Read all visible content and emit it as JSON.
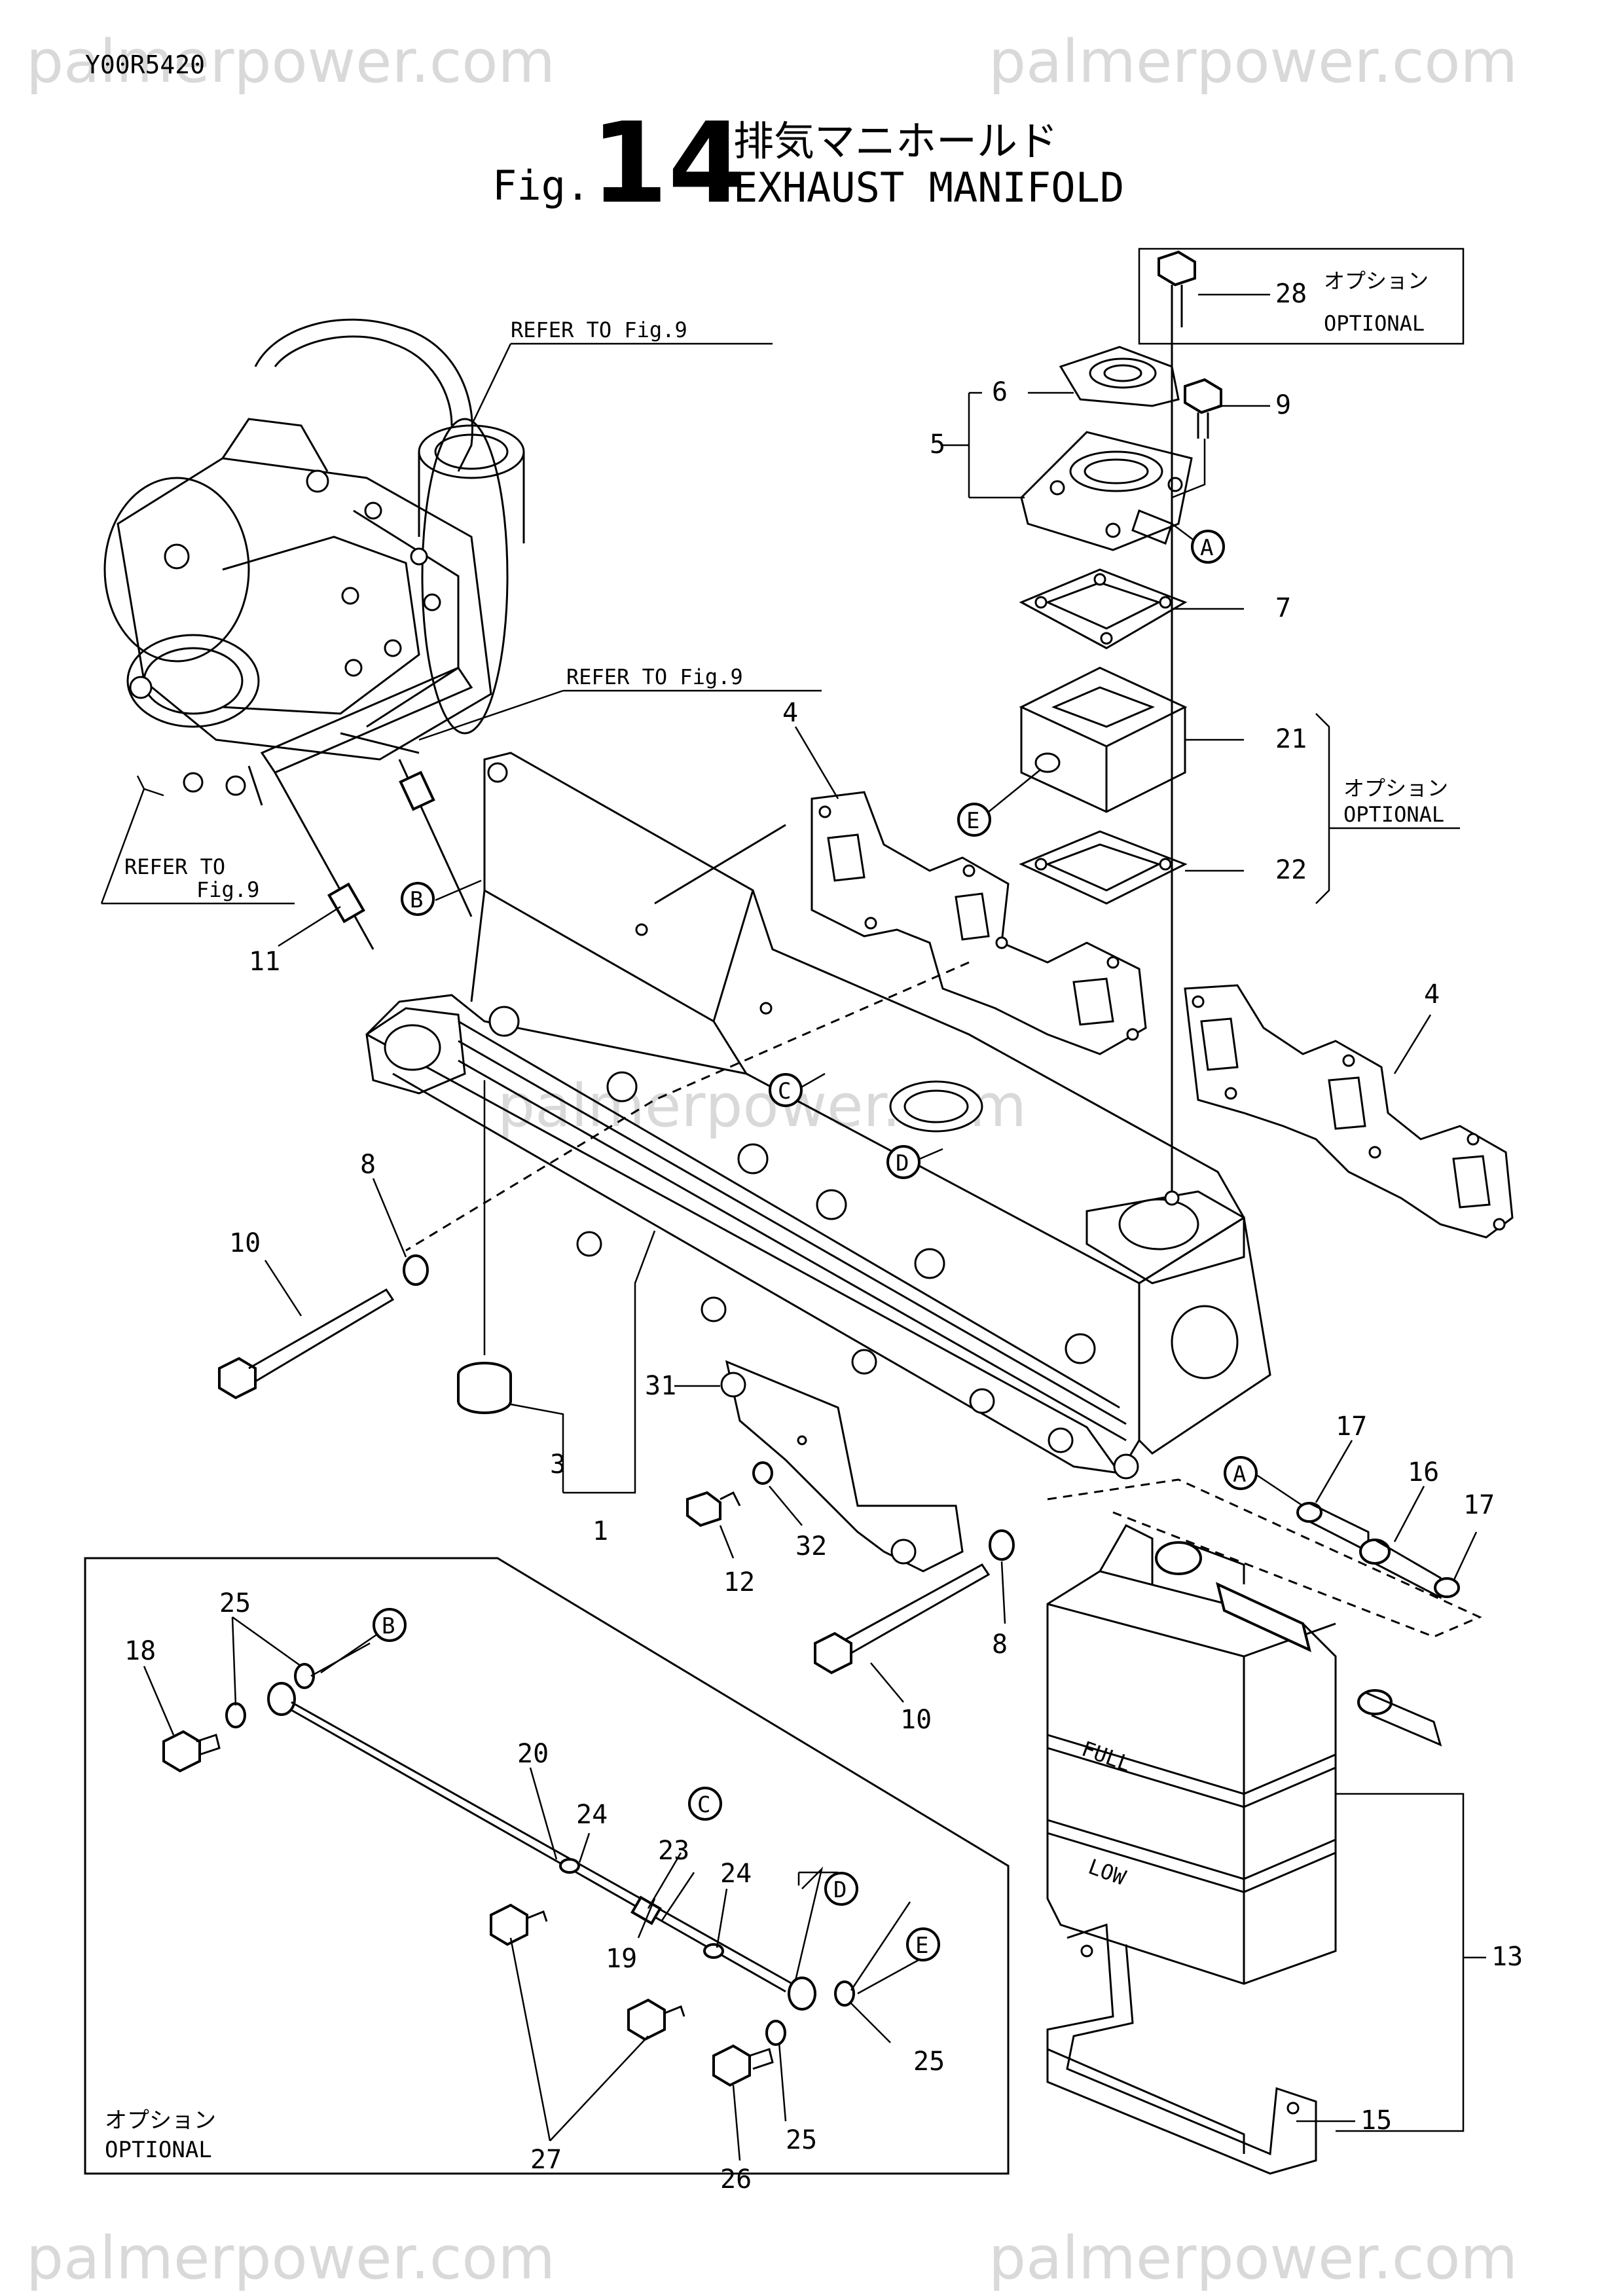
{
  "doc_code": "Y00R5420",
  "watermark": "palmerpower.com",
  "title": {
    "fig_prefix": "Fig.",
    "fig_number": "14",
    "name_jp": "排気マニホールド",
    "name_en": "EXHAUST MANIFOLD"
  },
  "refer_labels": {
    "refer_a": "REFER TO Fig.9",
    "refer_b": "REFER TO Fig.9",
    "refer_c_line1": "REFER TO",
    "refer_c_line2": "Fig.9"
  },
  "optional": {
    "jp": "オプション",
    "en": "OPTIONAL"
  },
  "part_numbers": {
    "p1": "1",
    "p3": "3",
    "p4a": "4",
    "p4b": "4",
    "p5": "5",
    "p6": "6",
    "p7": "7",
    "p8a": "8",
    "p8b": "8",
    "p9": "9",
    "p10a": "10",
    "p10b": "10",
    "p11": "11",
    "p12": "12",
    "p13": "13",
    "p15": "15",
    "p16": "16",
    "p17a": "17",
    "p17b": "17",
    "p18": "18",
    "p19": "19",
    "p20": "20",
    "p21": "21",
    "p22": "22",
    "p23": "23",
    "p24a": "24",
    "p24b": "24",
    "p25a": "25",
    "p25b": "25",
    "p25c": "25",
    "p26": "26",
    "p27": "27",
    "p28": "28",
    "p31": "31",
    "p32": "32"
  },
  "callouts": {
    "a1": "A",
    "a2": "A",
    "b1": "B",
    "b2": "B",
    "c1": "C",
    "c2": "C",
    "d1": "D",
    "d2": "D",
    "e1": "E",
    "e2": "E"
  },
  "tank_labels": {
    "full": "FULL",
    "low": "LOW"
  }
}
